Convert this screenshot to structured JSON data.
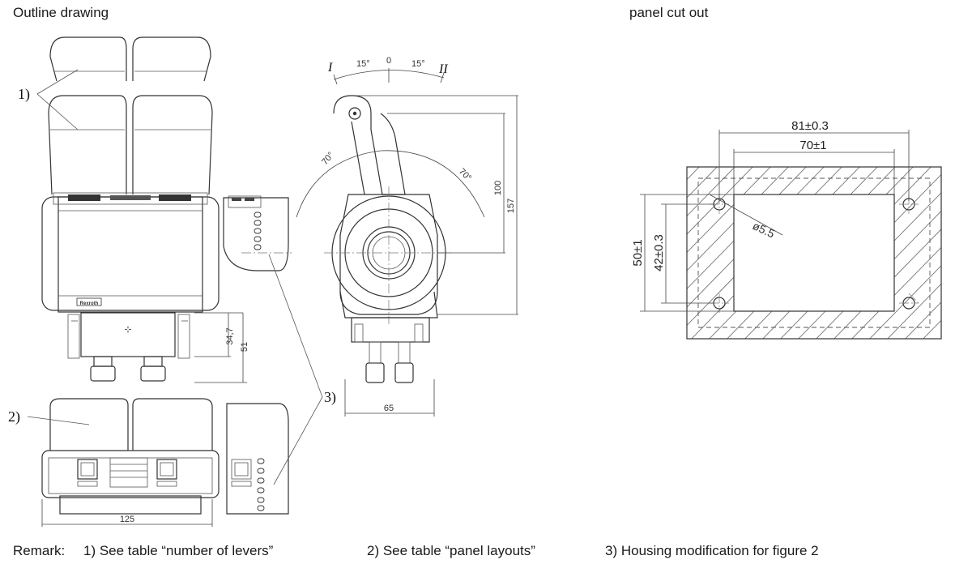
{
  "headers": {
    "outline": "Outline drawing",
    "panel": "panel cut out"
  },
  "callouts": {
    "c1": "1)",
    "c2": "2)",
    "c3": "3)"
  },
  "front_dims": {
    "d34": "34,7",
    "d51": "51",
    "d125": "125",
    "logo": "Rexroth"
  },
  "side_dims": {
    "posI": "I",
    "posII": "II",
    "a15l": "15°",
    "a0": "0",
    "a15r": "15°",
    "a70l": "70°",
    "a70r": "70°",
    "d100": "100",
    "d157": "157",
    "d65": "65"
  },
  "cutout_dims": {
    "w81": "81±0.3",
    "w70": "70±1",
    "h50": "50±1",
    "h42": "42±0.3",
    "hole": "ø5.5"
  },
  "remarks": {
    "prefix": "Remark:",
    "r1": "1)  See table “number of levers”",
    "r2": "2) See table “panel layouts”",
    "r3": "3) Housing modification for figure 2"
  }
}
